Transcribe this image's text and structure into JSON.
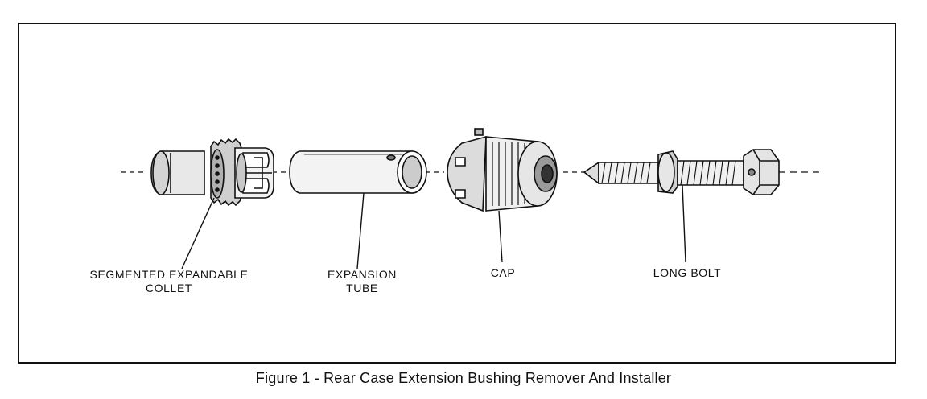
{
  "figure": {
    "caption": "Figure 1 - Rear Case Extension Bushing Remover And Installer"
  },
  "parts": [
    {
      "id": "collet",
      "label_line1": "SEGMENTED EXPANDABLE",
      "label_line2": "COLLET"
    },
    {
      "id": "tube",
      "label_line1": "EXPANSION",
      "label_line2": "TUBE"
    },
    {
      "id": "cap",
      "label_line1": "CAP",
      "label_line2": ""
    },
    {
      "id": "bolt",
      "label_line1": "LONG BOLT",
      "label_line2": ""
    }
  ],
  "colors": {
    "ink": "#111111",
    "paper": "#ffffff"
  }
}
